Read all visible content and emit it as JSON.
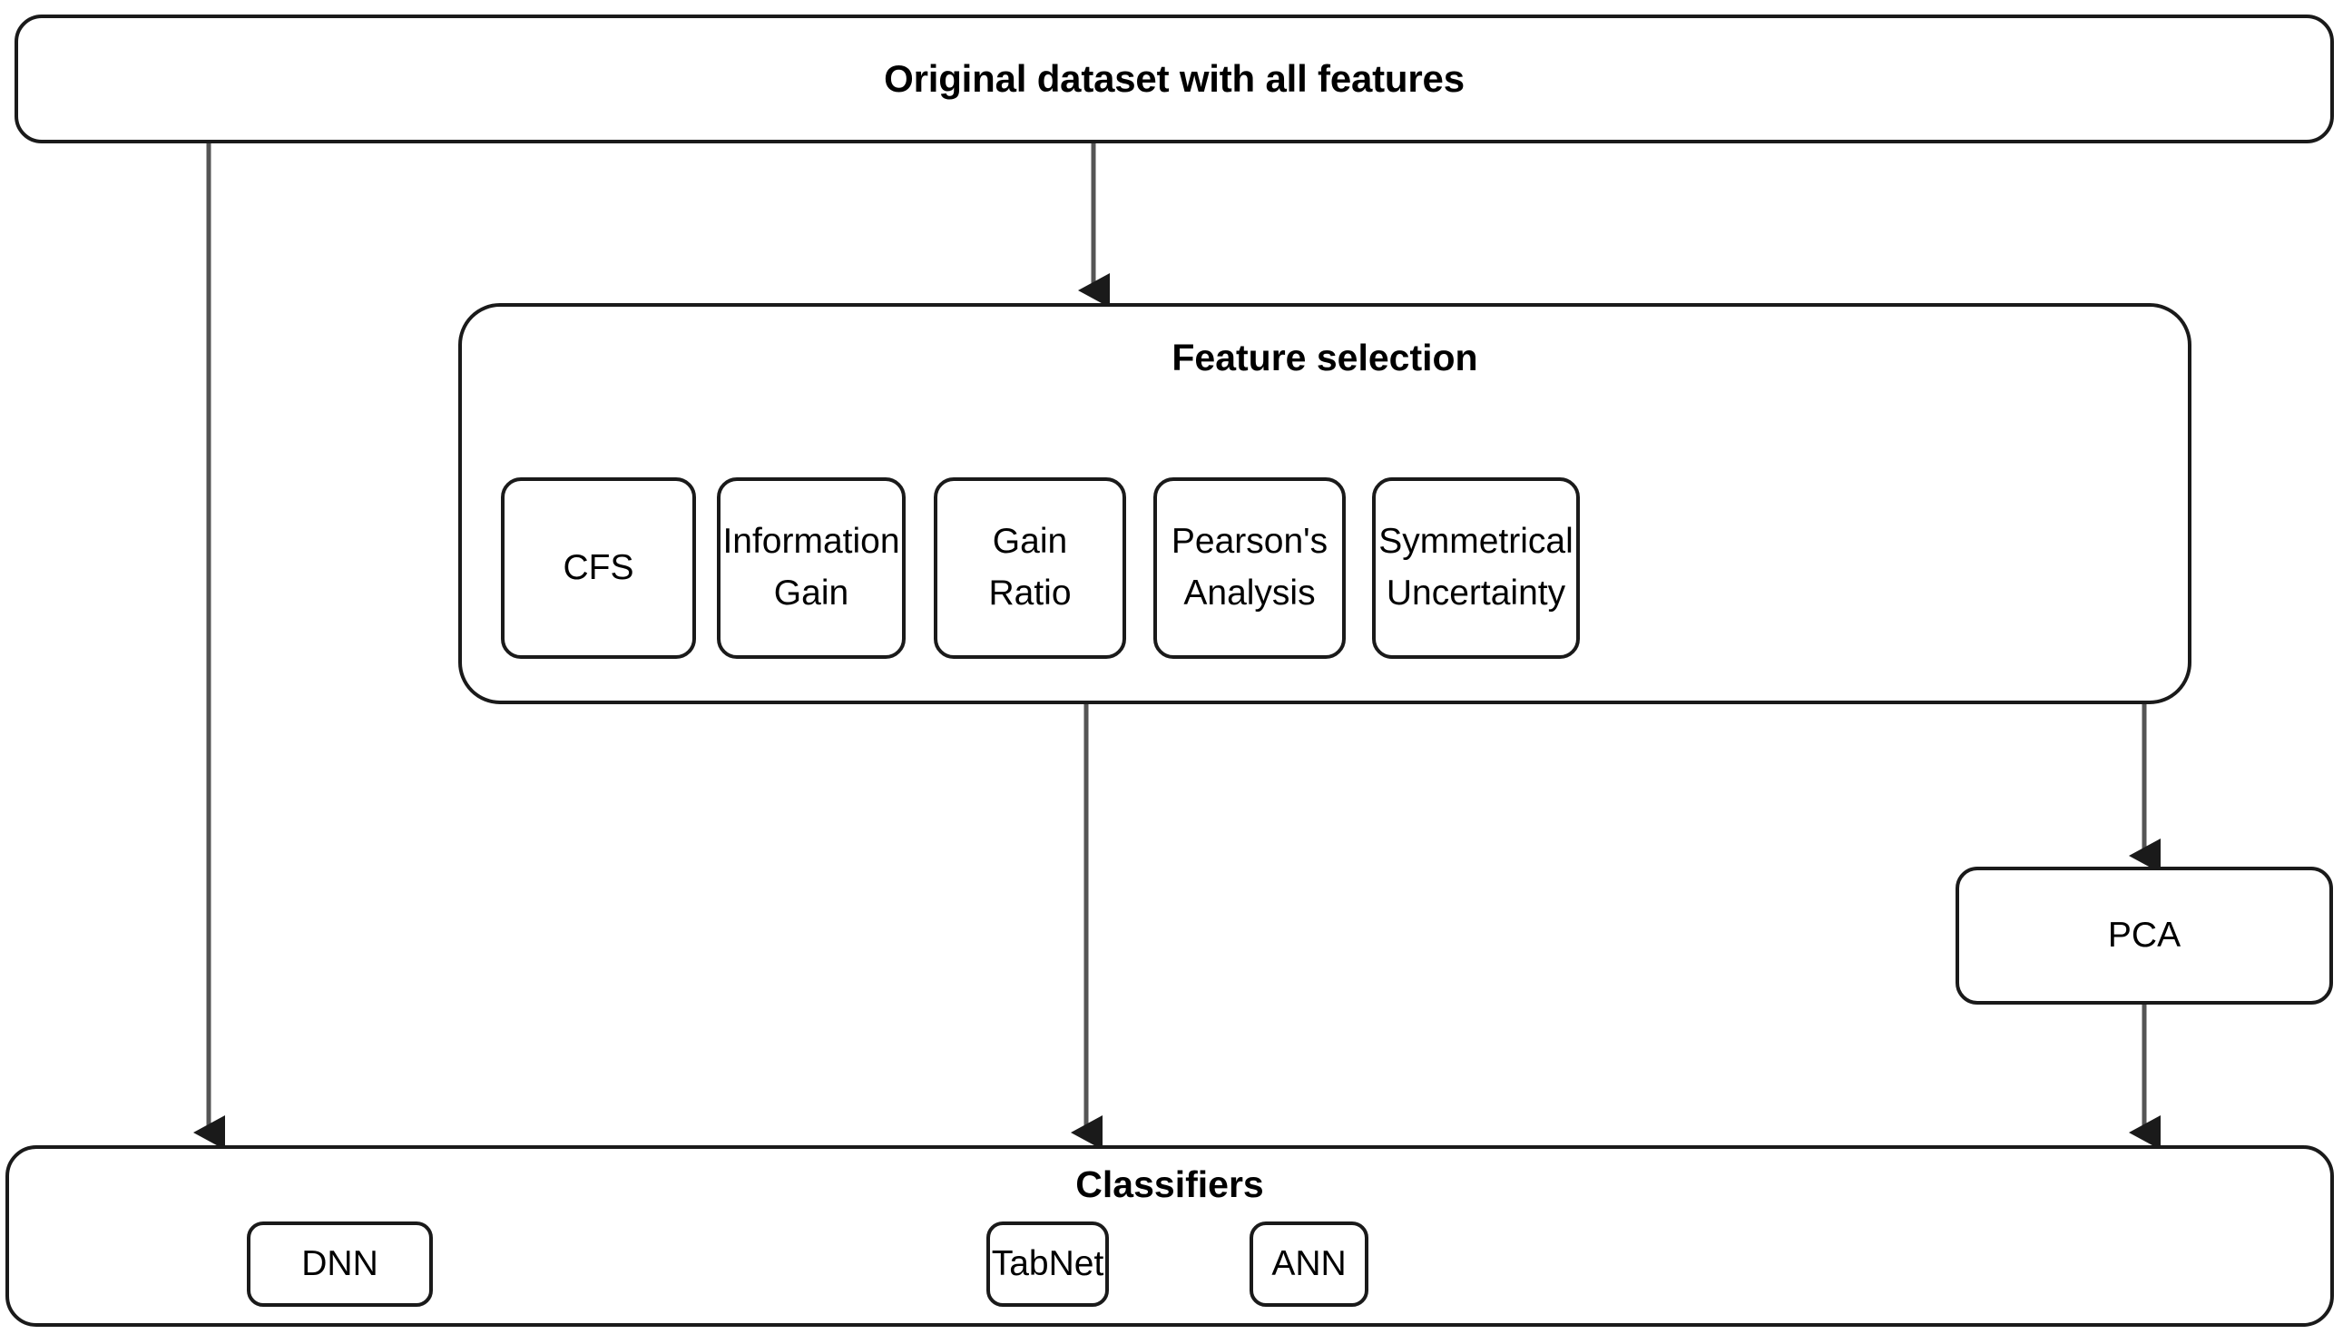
{
  "diagram": {
    "title_box": {
      "label": "Original dataset with all features"
    },
    "feature_selection": {
      "title": "Feature selection",
      "methods": [
        {
          "label": "CFS"
        },
        {
          "label": "Information\nGain"
        },
        {
          "label": "Gain\nRatio"
        },
        {
          "label": "Pearson's\nAnalysis"
        },
        {
          "label": "Symmetrical\nUncertainty"
        }
      ]
    },
    "pca": {
      "label": "PCA"
    },
    "classifiers": {
      "title": "Classifiers",
      "models": [
        {
          "label": "DNN"
        },
        {
          "label": "TabNet"
        },
        {
          "label": "ANN"
        }
      ]
    },
    "edges": [
      {
        "name": "dataset-to-classifiers",
        "from": "Original dataset with all features",
        "to": "Classifiers"
      },
      {
        "name": "dataset-to-feature-selection",
        "from": "Original dataset with all features",
        "to": "Feature selection"
      },
      {
        "name": "feature-selection-to-classifiers",
        "from": "Feature selection",
        "to": "Classifiers"
      },
      {
        "name": "symmetrical-uncertainty-to-pca",
        "from": "Symmetrical Uncertainty",
        "to": "PCA"
      },
      {
        "name": "pca-to-classifiers",
        "from": "PCA",
        "to": "Classifiers"
      }
    ],
    "colors": {
      "stroke": "#1a1a1a",
      "edge": "#555555",
      "background": "#ffffff"
    }
  }
}
